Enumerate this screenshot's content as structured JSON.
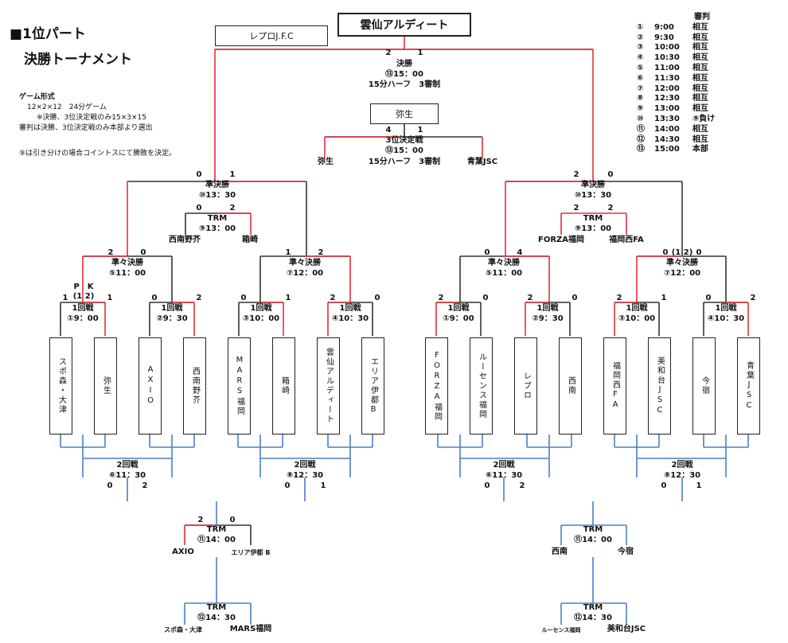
{
  "header": {
    "title_line1": "■1位パート",
    "title_line2": "決勝トーナメント"
  },
  "notes": {
    "heading": "ゲーム形式",
    "line1": "12×2×12　24分ゲーム",
    "line2": "※決勝、3位決定戦のみ15×3×15",
    "line3": "審判は決勝、3位決定戦のみ本部より選出",
    "line4": "⑨は引き分けの場合コイントスにて勝敗を決定。"
  },
  "schedule": {
    "header": "審判",
    "rows": [
      {
        "no": "①",
        "time": "9:00",
        "ref": "相互"
      },
      {
        "no": "②",
        "time": "9:30",
        "ref": "相互"
      },
      {
        "no": "③",
        "time": "10:00",
        "ref": "相互"
      },
      {
        "no": "④",
        "time": "10:30",
        "ref": "相互"
      },
      {
        "no": "⑤",
        "time": "11:00",
        "ref": "相互"
      },
      {
        "no": "⑥",
        "time": "11:30",
        "ref": "相互"
      },
      {
        "no": "⑦",
        "time": "12:00",
        "ref": "相互"
      },
      {
        "no": "⑧",
        "time": "12:30",
        "ref": "相互"
      },
      {
        "no": "⑨",
        "time": "13:00",
        "ref": "相互"
      },
      {
        "no": "⑩",
        "time": "13:30",
        "ref": "⑨負け"
      },
      {
        "no": "⑪",
        "time": "14:00",
        "ref": "相互"
      },
      {
        "no": "⑫",
        "time": "14:30",
        "ref": "相互"
      },
      {
        "no": "⑬",
        "time": "15:00",
        "ref": "本部"
      }
    ]
  },
  "champion": "雲仙アルディート",
  "runner_up": "レプロJ.F.C",
  "third_place": "弥生",
  "final": {
    "label": "決勝",
    "time": "⑬15：00",
    "format": "15分ハーフ　3審制",
    "score_left": "2",
    "score_right": "1"
  },
  "third_place_match": {
    "label": "3位決定戦",
    "time": "⑬15：00",
    "format": "15分ハーフ　3審制",
    "score_left": "4",
    "score_right": "1",
    "team_left": "弥生",
    "team_right": "青葉JSC"
  },
  "semis": {
    "left": {
      "label": "準決勝",
      "time": "⑩13：30",
      "score_left": "0",
      "score_right": "1"
    },
    "right": {
      "label": "準決勝",
      "time": "⑩13：30",
      "score_left": "2",
      "score_right": "0"
    }
  },
  "trm_semi": {
    "left": {
      "label": "TRM",
      "time": "⑨13：00",
      "score_left": "0",
      "score_right": "2",
      "team_left": "西南野芥",
      "team_right": "箱崎"
    },
    "right": {
      "label": "TRM",
      "time": "⑨13：00",
      "score_left": "2",
      "score_right": "2",
      "team_left": "FORZA福岡",
      "team_right": "福岡西FA"
    }
  },
  "quarters": [
    {
      "label": "準々決勝",
      "time": "⑤11：00",
      "score_left": "2",
      "score_right": "0"
    },
    {
      "label": "準々決勝",
      "time": "⑦12：00",
      "score_left": "1",
      "score_right": "2"
    },
    {
      "label": "準々決勝",
      "time": "⑤11：00",
      "score_left": "0",
      "score_right": "4"
    },
    {
      "label": "準々決勝",
      "time": "⑦12：00",
      "score_left": "0",
      "score_right": "0",
      "pk": "(1 2)"
    }
  ],
  "round1": [
    {
      "label": "1回戦",
      "time": "①9：00",
      "score_left": "1",
      "score_right": "1",
      "pk_label": "P　K",
      "pk_score": "(1 2)"
    },
    {
      "label": "1回戦",
      "time": "②9：30",
      "score_left": "0",
      "score_right": "2"
    },
    {
      "label": "1回戦",
      "time": "③10：00",
      "score_left": "0",
      "score_right": "1"
    },
    {
      "label": "1回戦",
      "time": "④10：30",
      "score_left": "2",
      "score_right": "0"
    },
    {
      "label": "1回戦",
      "time": "①9：00",
      "score_left": "2",
      "score_right": "0"
    },
    {
      "label": "1回戦",
      "time": "②9：30",
      "score_left": "2",
      "score_right": "0"
    },
    {
      "label": "1回戦",
      "time": "③10：00",
      "score_left": "2",
      "score_right": "1"
    },
    {
      "label": "1回戦",
      "time": "④10：30",
      "score_left": "0",
      "score_right": "2"
    }
  ],
  "teams": [
    "スポ森・大津",
    "弥生",
    "AXIO",
    "西南野芥",
    "MARS福岡",
    "箱崎",
    "雲仙アルディート",
    "エリア伊都B",
    "FORZA福岡",
    "ルーセンス福岡",
    "レプロ",
    "西南",
    "福岡西FA",
    "美和台JSC",
    "今宿",
    "青葉JSC"
  ],
  "round2": [
    {
      "label": "2回戦",
      "time": "⑥11：30",
      "score_left": "0",
      "score_right": "2"
    },
    {
      "label": "2回戦",
      "time": "⑧12：30",
      "score_left": "0",
      "score_right": "1"
    },
    {
      "label": "2回戦",
      "time": "⑥11：30",
      "score_left": "0",
      "score_right": "2"
    },
    {
      "label": "2回戦",
      "time": "⑧12：30",
      "score_left": "0",
      "score_right": "1"
    }
  ],
  "trm_bottom": [
    {
      "label": "TRM",
      "time": "⑪14：00",
      "score_left": "2",
      "score_right": "0",
      "team_left": "AXIO",
      "team_right": "エリア伊都 B"
    },
    {
      "label": "TRM",
      "time": "⑪14：00",
      "team_left": "西南",
      "team_right": "今宿"
    },
    {
      "label": "TRM",
      "time": "⑫14：30",
      "team_left": "スポ森・大津",
      "team_right": "MARS福岡"
    },
    {
      "label": "TRM",
      "time": "⑫14：30",
      "team_left": "ルーセンス福岡",
      "team_right": "美和台JSC"
    }
  ],
  "colors": {
    "winner": "#e0303a",
    "lower": "#4a7fc8",
    "line": "#333333"
  }
}
